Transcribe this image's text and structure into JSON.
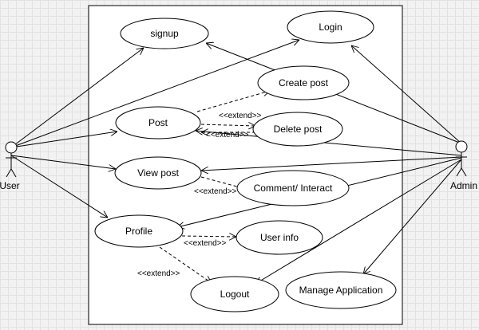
{
  "diagram": {
    "actors": {
      "user": "User",
      "admin": "Admin"
    },
    "use_cases": {
      "signup": "signup",
      "login": "Login",
      "create_post": "Create post",
      "post": "Post",
      "delete_post": "Delete post",
      "view_post": "View post",
      "comment_interact": "Comment/ Interact",
      "profile": "Profile",
      "user_info": "User info",
      "logout": "Logout",
      "manage_application": "Manage Application"
    },
    "stereotype": "<<extend>>"
  }
}
